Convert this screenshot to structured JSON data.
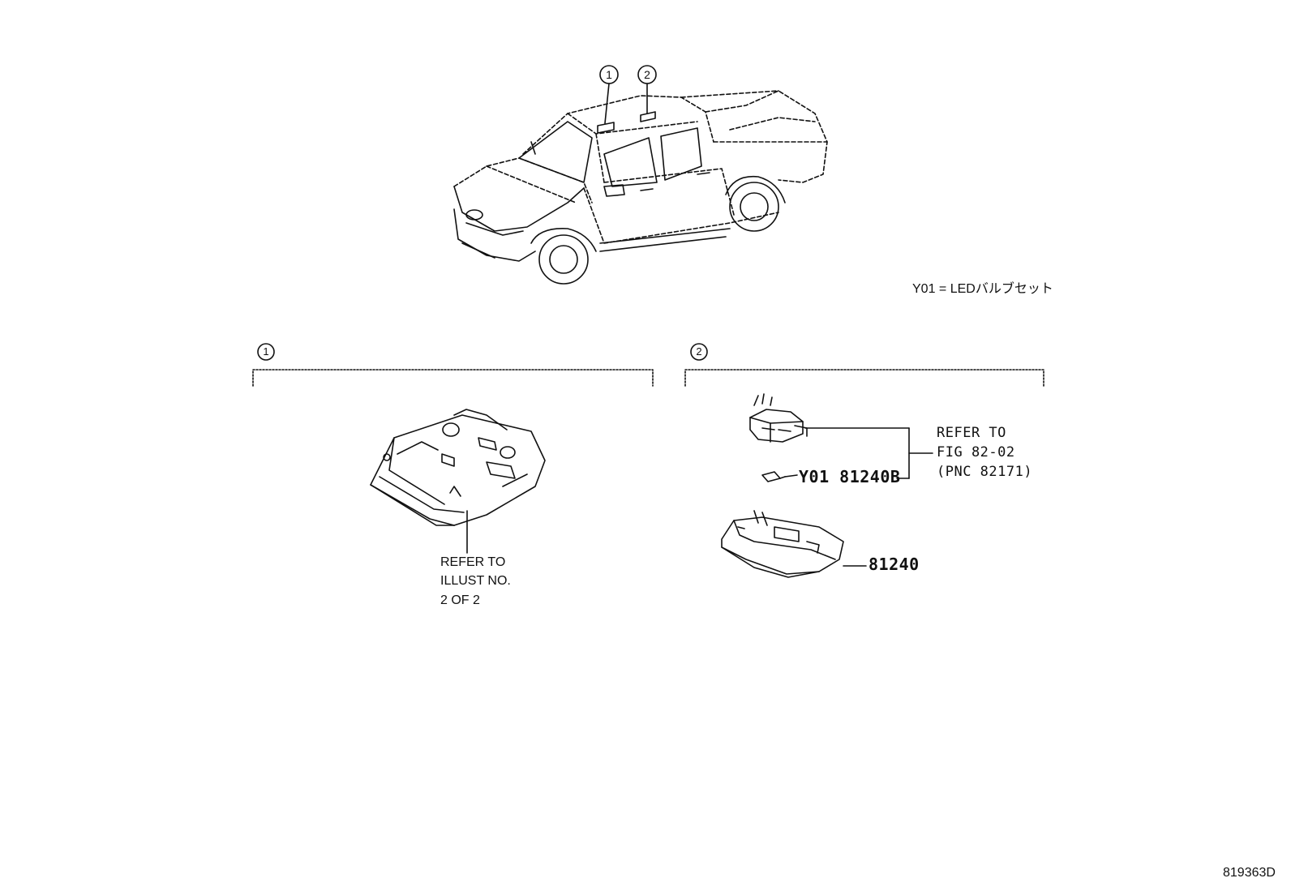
{
  "callouts": {
    "top_1": "1",
    "top_2": "2",
    "section_1": "1",
    "section_2": "2"
  },
  "legend": "Y01 = LEDバルブセット",
  "section1": {
    "refer_line1": "REFER TO",
    "refer_line2": "ILLUST NO.",
    "refer_line3": "2 OF 2"
  },
  "section2": {
    "refer_line1": "REFER TO",
    "refer_line2": "FIG 82-02",
    "refer_line3": "(PNC 82171)",
    "bulb_part": "Y01 81240B",
    "lamp_part": "81240"
  },
  "figure_number": "819363D"
}
